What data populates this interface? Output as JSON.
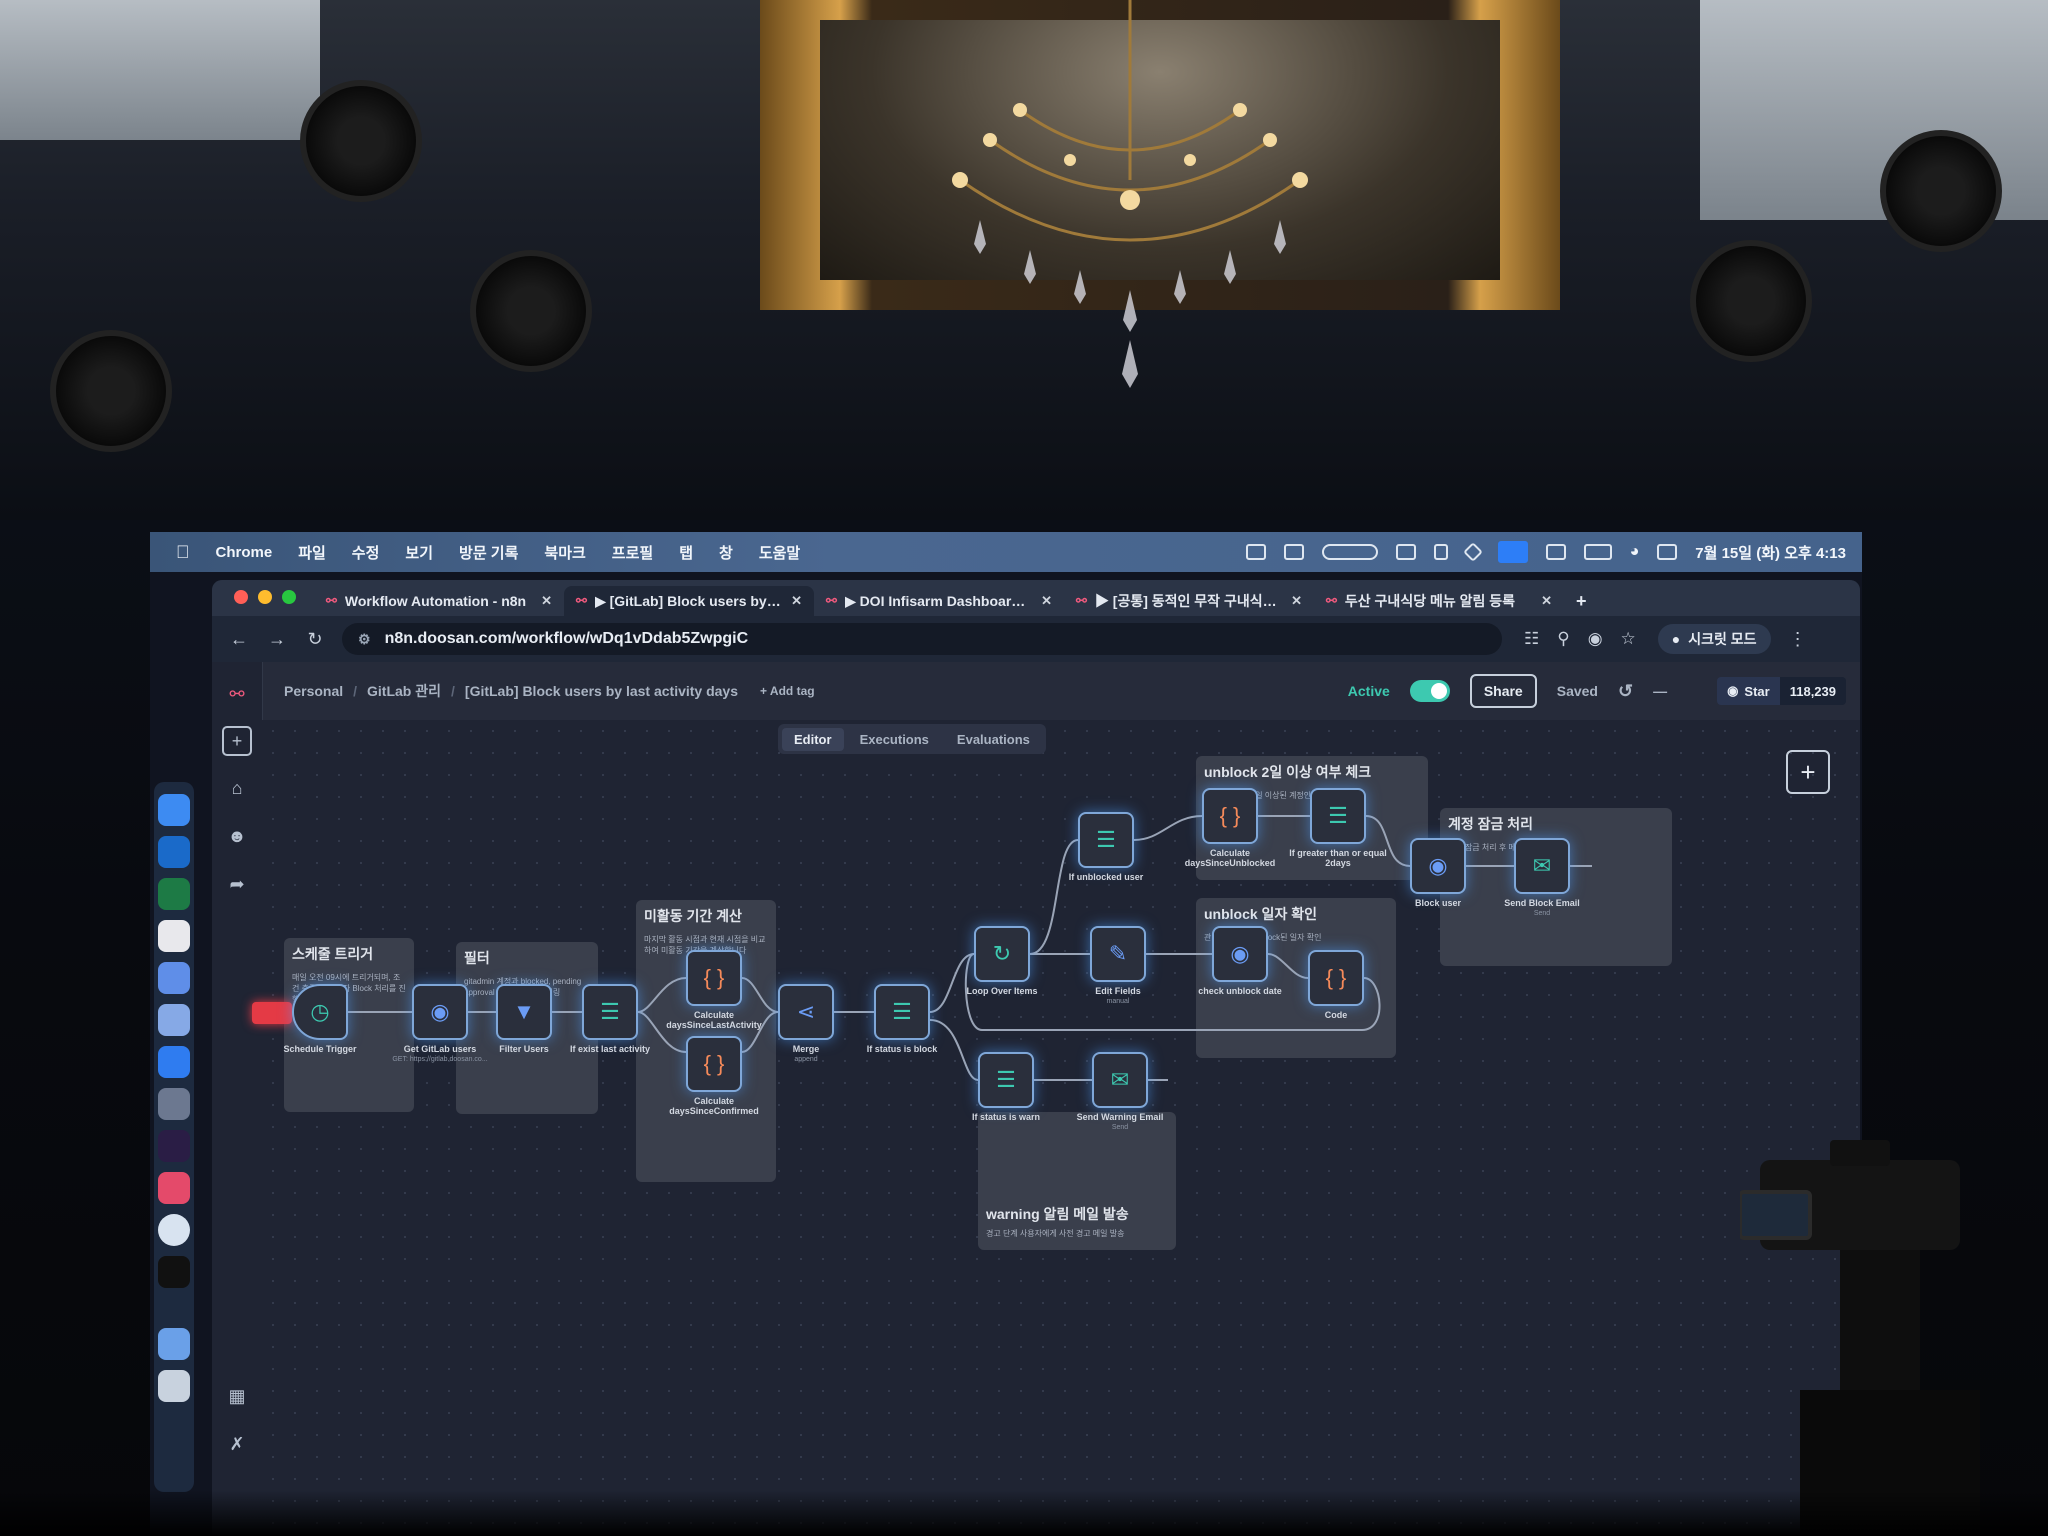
{
  "menubar": {
    "app_name": "Chrome",
    "items": [
      "파일",
      "수정",
      "보기",
      "방문 기록",
      "북마크",
      "프로필",
      "탭",
      "창",
      "도움말"
    ],
    "clock": "7월 15일 (화) 오후 4:13"
  },
  "tabs": [
    {
      "label": "Workflow Automation - n8n",
      "active": false
    },
    {
      "label": "▶ [GitLab] Block users by last activity days",
      "active": true
    },
    {
      "label": "▶ DOI Infisarm Dashboard Aircraft",
      "active": false
    },
    {
      "label": "▶ [공통] 동적인 무작 구내식당 메뉴",
      "active": false
    },
    {
      "label": "두산 구내식당 메뉴 알림 등록",
      "active": false
    }
  ],
  "address_bar": {
    "url": "n8n.doosan.com/workflow/wDq1vDdab5ZwpgiC",
    "secret_mode_label": "시크릿 모드"
  },
  "breadcrumb": {
    "personal": "Personal",
    "project": "GitLab 관리",
    "workflow": "[GitLab] Block users by last activity days",
    "add_tag": "+ Add tag"
  },
  "header_right": {
    "active_label": "Active",
    "share_label": "Share",
    "saved_label": "Saved",
    "star_label": "Star",
    "star_count": "118,239"
  },
  "mode_tabs": [
    "Editor",
    "Executions",
    "Evaluations"
  ],
  "stickies": {
    "schedule": {
      "title": "스케줄 트리거",
      "body": "매일 오전 09시에 트리거되며, 조건 충족 시 사용자 Block 처리를 진행합니다."
    },
    "filter": {
      "title": "필터",
      "body": "gitadmin 계정과 blocked, pending approval 상태의 계정 필터링"
    },
    "period": {
      "title": "미활동 기간 계산",
      "body": "마지막 활동 시점과 현재 시점을 비교하여 미활동 기간을 계산합니다"
    },
    "unblock_check": {
      "title": "unblock 2일 이상 여부 체크",
      "body": "unblock 일이 2일 이상된 계정인 경우 처리"
    },
    "block_process": {
      "title": "계정 잠금 처리",
      "body": "계정 잠금 처리 후 메일 발송"
    },
    "unblock_date": {
      "title": "unblock 일자 확인",
      "body": "관리자에 의해 unblock된 일자 확인"
    },
    "warning_mail": {
      "title": "warning 알림 메일 발송",
      "body": "경고 단계 사용자에게 사전 경고 메일 발송"
    }
  },
  "nodes": {
    "schedule": {
      "label": "Schedule Trigger",
      "icon": "clock-icon"
    },
    "get_users": {
      "label": "Get GitLab users",
      "sub": "GET: https://gitlab.doosan.co...",
      "icon": "globe-icon"
    },
    "filter_users": {
      "label": "Filter Users",
      "icon": "filter-icon"
    },
    "if_exist": {
      "label": "If exist last activity",
      "icon": "branch-icon"
    },
    "calc_activity": {
      "label": "Calculate daysSinceLastActivity",
      "icon": "code-icon"
    },
    "calc_confirmed": {
      "label": "Calculate daysSinceConfirmed",
      "icon": "code-icon"
    },
    "merge": {
      "label": "Merge",
      "sub": "append",
      "icon": "merge-icon"
    },
    "if_status_block": {
      "label": "If status is block",
      "icon": "branch-icon"
    },
    "loop": {
      "label": "Loop Over Items",
      "icon": "loop-icon"
    },
    "if_unblocked": {
      "label": "If unblocked user",
      "icon": "branch-icon"
    },
    "calc_unblocked": {
      "label": "Calculate daysSinceUnblocked",
      "icon": "code-icon"
    },
    "if_greater": {
      "label": "If greater than or equal 2days",
      "icon": "branch-icon"
    },
    "block_user": {
      "label": "Block user",
      "icon": "globe-icon"
    },
    "send_block_email": {
      "label": "Send Block Email",
      "sub": "Send",
      "icon": "mail-icon"
    },
    "edit_fields": {
      "label": "Edit Fields",
      "sub": "manual",
      "icon": "pen-icon"
    },
    "check_unblock": {
      "label": "check unblock date",
      "icon": "globe-icon"
    },
    "code": {
      "label": "Code",
      "icon": "code-icon"
    },
    "if_warn": {
      "label": "If status is warn",
      "icon": "branch-icon"
    },
    "send_warning": {
      "label": "Send Warning Email",
      "sub": "Send",
      "icon": "mail-icon"
    }
  },
  "colors": {
    "accent": "#3dc9b0",
    "node_glow": "#50a0ff",
    "trigger_tag": "#e43a45",
    "menubar": "#4a6790"
  }
}
